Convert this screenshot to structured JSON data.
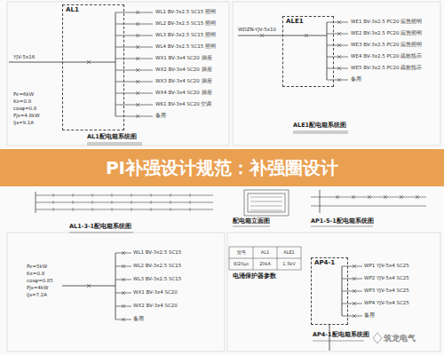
{
  "diagram": {
    "title": "PI补强设计规范：补强圈设计",
    "nodes": [
      {
        "text": [
          "AL1"
        ]
      },
      {
        "text": [
          "ALE1"
        ]
      },
      {
        "text": [
          "AP4-1"
        ]
      }
    ],
    "labels": [
      "AL1配电箱系统图",
      "ALE1配电箱系统图",
      "AL1-3-1配电箱系统图",
      "配电箱立面图",
      "AP1-5-1配电箱系统图",
      "AP4-1配电箱系统图",
      "电涌保护器参数",
      "筑龙电气",
      "Pe=6kW",
      "Kx=0.8",
      "cosφ=0.8",
      "Pjs=4.8kW",
      "Ijs=9.1A",
      "WL1 BV-3x2.5 SC15 照明",
      "WL2 BV-3x2.5 SC15 照明",
      "WL3 BV-3x2.5 SC15 照明",
      "WL4 BV-3x2.5 SC15 照明",
      "WX1 BV-3x4 SC20 插座",
      "WX2 BV-3x4 SC20 插座",
      "WX3 BV-3x4 SC20 插座",
      "WX4 BV-3x4 SC20 插座",
      "WK1 BV-3x4 SC20 空调",
      "备用",
      "WE1 BV-3x2.5 PC20 应急照明",
      "WE2 BV-3x2.5 PC20 应急照明",
      "WE3 BV-3x2.5 PC20 应急照明",
      "WE4 BV-3x2.5 PC20 疏散指示",
      "WE5 BV-3x2.5 PC20 疏散指示",
      "备用",
      "WDZN-YJV-5x10",
      "YJV-5x16",
      "Pe=5kW",
      "Kx=0.8",
      "cosφ=0.85",
      "Pjs=4kW",
      "Ijs=7.2A",
      "WL1 BV-3x2.5 SC15",
      "WL2 BV-3x2.5 SC15",
      "WL3 BV-3x2.5 SC15",
      "WX1 BV-3x4 SC20",
      "WX2 BV-3x4 SC20",
      "备用",
      "型号",
      "AL1",
      "ALE1",
      "8/20μs",
      "20kA",
      "1.5kV",
      "WP1 YJV-5x4 SC25",
      "WP2 YJV-5x4 SC25",
      "WP3 YJV-5x4 SC25",
      "WP4 YJV-5x4 SC25",
      "备用"
    ]
  }
}
